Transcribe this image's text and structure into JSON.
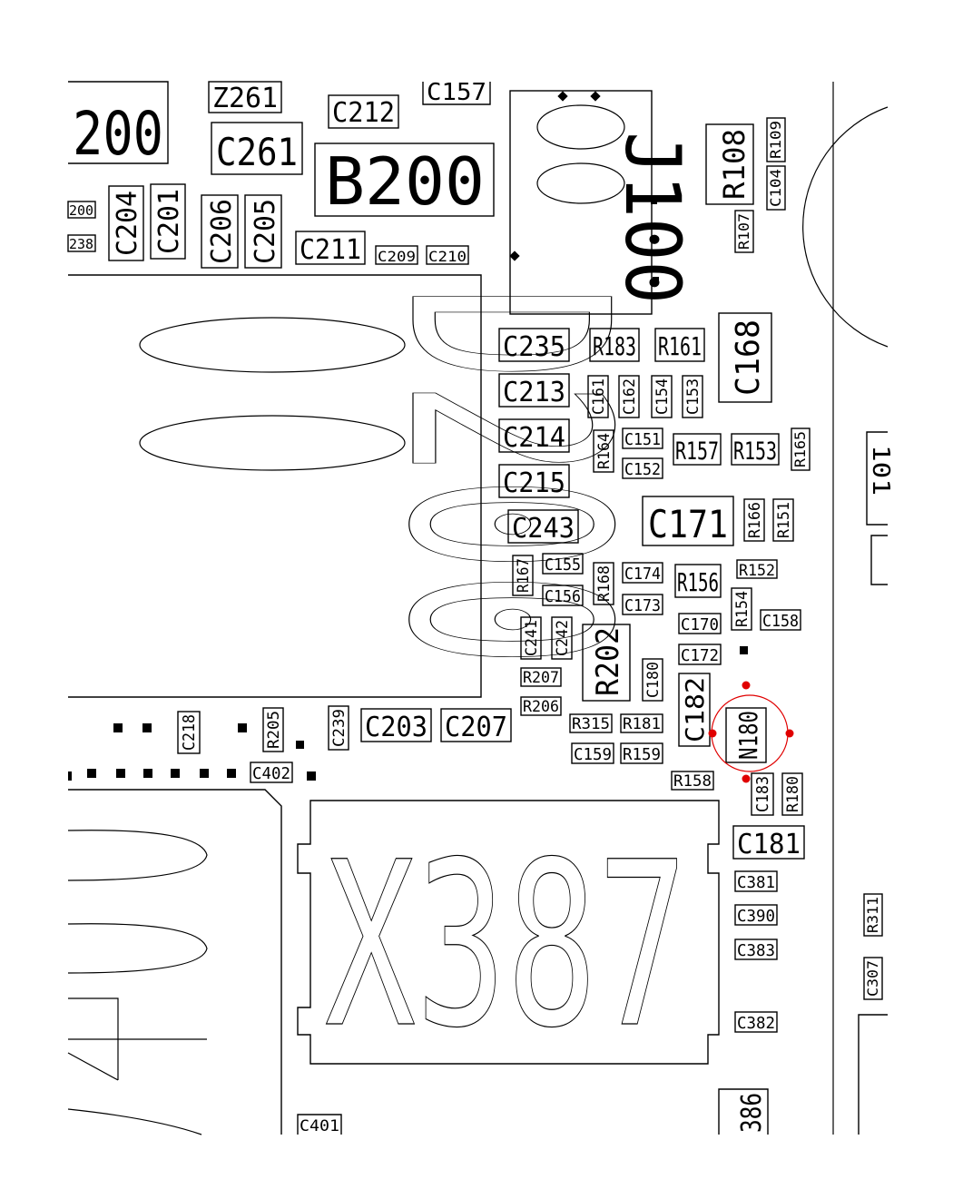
{
  "highlight_color": "#e00000",
  "line_color": "#000000",
  "big_labels": {
    "d200": "D200",
    "x387": "X387",
    "j100": "J100",
    "b200": "B200",
    "partial_200": "200",
    "partial_400": "400"
  },
  "components": {
    "z261": "Z261",
    "c157": "C157",
    "c212": "C212",
    "c261": "C261",
    "r108": "R108",
    "r109": "R109",
    "c104": "C104",
    "r107": "R107",
    "c204": "C204",
    "c201": "C201",
    "c206": "C206",
    "c205": "C205",
    "c211": "C211",
    "c209": "C209",
    "c210": "C210",
    "r200": "200",
    "r238": "238",
    "c235": "C235",
    "r183": "R183",
    "r161": "R161",
    "c168": "C168",
    "c213": "C213",
    "c161": "C161",
    "c162": "C162",
    "c154": "C154",
    "c153": "C153",
    "c214": "C214",
    "r164": "R164",
    "c151": "C151",
    "r157": "R157",
    "r153": "R153",
    "r165": "R165",
    "c152": "C152",
    "c215": "C215",
    "c171": "C171",
    "r166": "R166",
    "r151": "R151",
    "c243": "C243",
    "r167": "R167",
    "c155": "C155",
    "r168": "R168",
    "c174": "C174",
    "r156": "R156",
    "r152": "R152",
    "c156": "C156",
    "c173": "C173",
    "r154": "R154",
    "c158": "C158",
    "c241": "C241",
    "c242": "C242",
    "r202": "R202",
    "c170": "C170",
    "c172": "C172",
    "r207": "R207",
    "c180": "C180",
    "c182": "C182",
    "n180": "N180",
    "r206": "R206",
    "r315": "R315",
    "r181": "R181",
    "c159": "C159",
    "r159": "R159",
    "r158": "R158",
    "c183": "C183",
    "r180": "R180",
    "c218": "C218",
    "r205": "R205",
    "c239": "C239",
    "c203": "C203",
    "c207": "C207",
    "c402": "C402",
    "c181": "C181",
    "c381": "C381",
    "c390": "C390",
    "c383": "C383",
    "c382": "C382",
    "r311": "R311",
    "c307": "C307",
    "c401": "C401",
    "x386": "386",
    "j101": "101"
  }
}
